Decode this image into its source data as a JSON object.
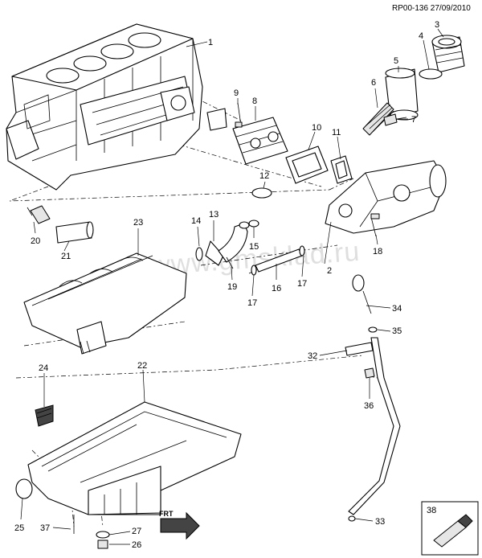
{
  "header": {
    "reference": "RP00-136 27/09/2010"
  },
  "watermark": "www.gmsklad.ru",
  "front_marker": "FRT",
  "callouts": [
    {
      "n": "1"
    },
    {
      "n": "2"
    },
    {
      "n": "3"
    },
    {
      "n": "4"
    },
    {
      "n": "5"
    },
    {
      "n": "6"
    },
    {
      "n": "7"
    },
    {
      "n": "8"
    },
    {
      "n": "9"
    },
    {
      "n": "10"
    },
    {
      "n": "11"
    },
    {
      "n": "12"
    },
    {
      "n": "13"
    },
    {
      "n": "14"
    },
    {
      "n": "15"
    },
    {
      "n": "16"
    },
    {
      "n": "17"
    },
    {
      "n": "17"
    },
    {
      "n": "18"
    },
    {
      "n": "19"
    },
    {
      "n": "20"
    },
    {
      "n": "21"
    },
    {
      "n": "22"
    },
    {
      "n": "23"
    },
    {
      "n": "24"
    },
    {
      "n": "25"
    },
    {
      "n": "26"
    },
    {
      "n": "27"
    },
    {
      "n": "32"
    },
    {
      "n": "33"
    },
    {
      "n": "34"
    },
    {
      "n": "35"
    },
    {
      "n": "36"
    },
    {
      "n": "37"
    },
    {
      "n": "38"
    }
  ]
}
